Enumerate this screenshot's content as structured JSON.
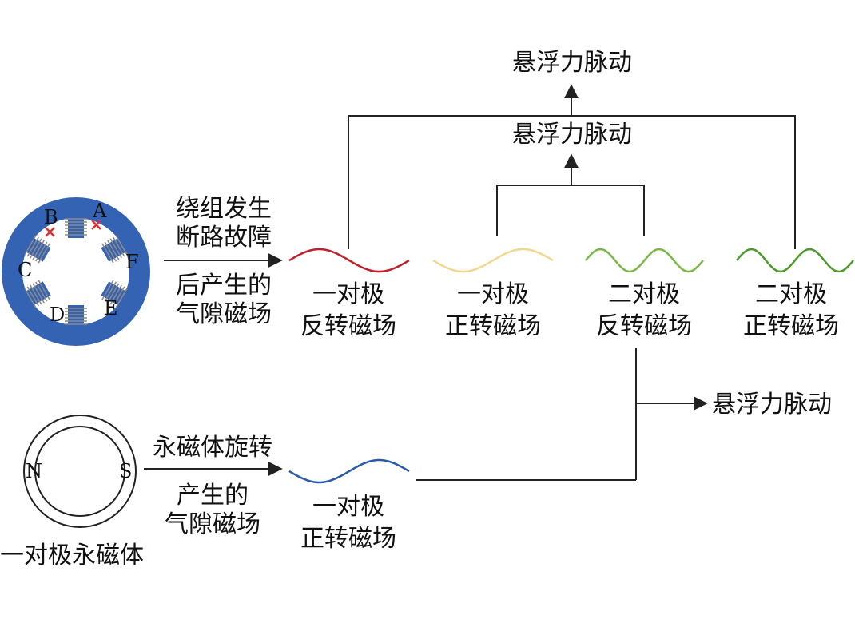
{
  "stator": {
    "poles": [
      "A",
      "B",
      "C",
      "D",
      "E",
      "F"
    ],
    "ring_color": "#3563b3",
    "fault_mark_color": "#e03030"
  },
  "magnet": {
    "north": "N",
    "south": "S",
    "caption": "一对极永磁体"
  },
  "arrows": {
    "fault": [
      "绕组发生",
      "断路故障",
      "后产生的",
      "气隙磁场"
    ],
    "magnet": [
      "永磁体旋转",
      "产生的",
      "气隙磁场"
    ]
  },
  "fields": [
    {
      "line1": "一对极",
      "line2": "反转磁场",
      "color": "#c0202a"
    },
    {
      "line1": "一对极",
      "line2": "正转磁场",
      "color": "#f0d890"
    },
    {
      "line1": "二对极",
      "line2": "反转磁场",
      "color": "#7ab648"
    },
    {
      "line1": "二对极",
      "line2": "正转磁场",
      "color": "#4c9a2a"
    }
  ],
  "pm_field": {
    "line1": "一对极",
    "line2": "正转磁场",
    "color": "#2a5aa8"
  },
  "outputs": {
    "top": "悬浮力脉动",
    "middle": "悬浮力脉动",
    "right": "悬浮力脉动"
  }
}
